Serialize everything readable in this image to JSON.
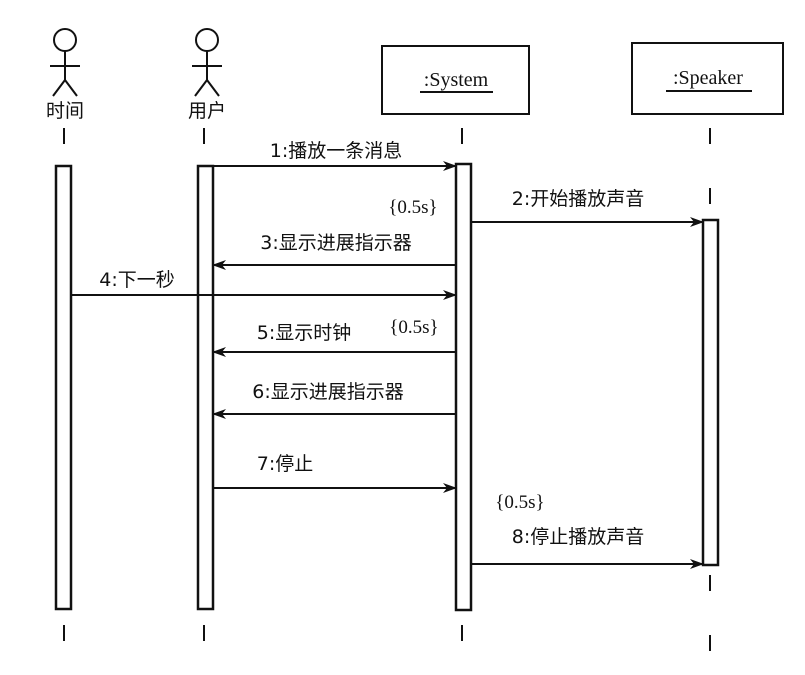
{
  "actors": [
    {
      "id": "time",
      "label": "时间"
    },
    {
      "id": "user",
      "label": "用户"
    }
  ],
  "objects": [
    {
      "id": "system",
      "label": ":System"
    },
    {
      "id": "speaker",
      "label": ":Speaker"
    }
  ],
  "messages": [
    {
      "label": "1:播放一条消息"
    },
    {
      "label": "2:开始播放声音"
    },
    {
      "label": "3:显示进展指示器"
    },
    {
      "label": "4:下一秒"
    },
    {
      "label": "5:显示时钟"
    },
    {
      "label": "6:显示进展指示器"
    },
    {
      "label": "7:停止"
    },
    {
      "label": "8:停止播放声音"
    }
  ],
  "constraints": [
    {
      "label": "{0.5s}"
    },
    {
      "label": "{0.5s}"
    },
    {
      "label": "{0.5s}"
    }
  ]
}
